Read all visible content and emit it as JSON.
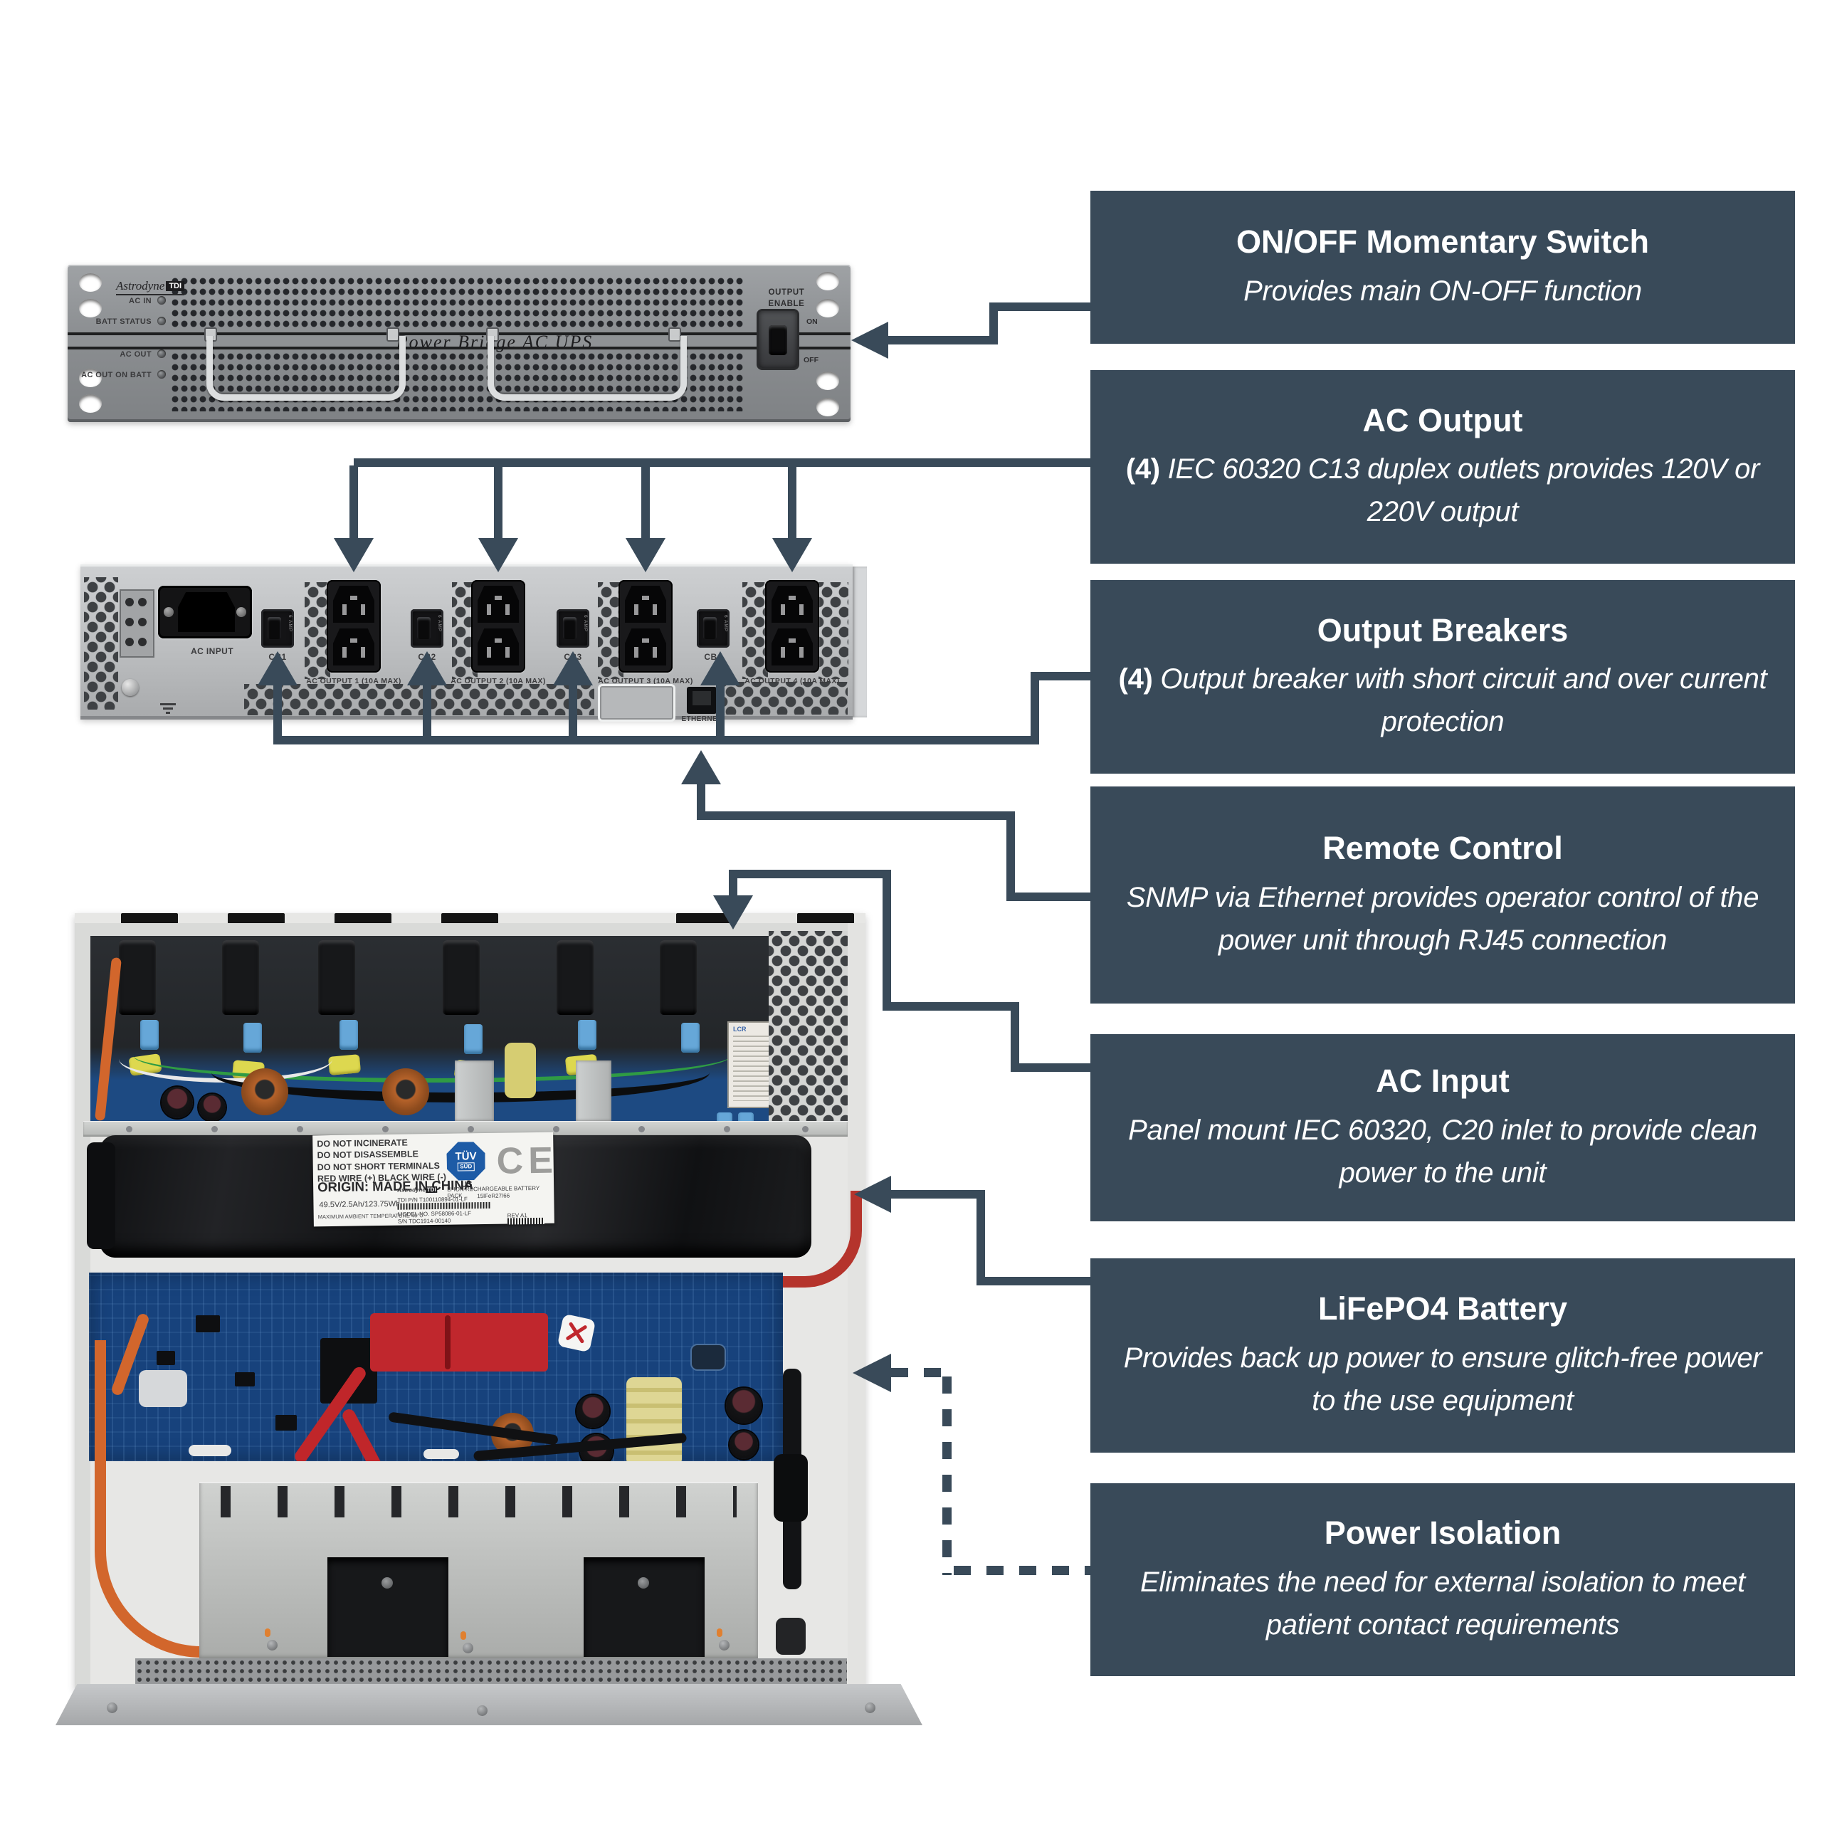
{
  "colors": {
    "accent_slate": "#394a59",
    "panel_gray": "#8b8e91",
    "rear_metal": "#bcbec0",
    "pcb_blue": "#17427c",
    "battery_black": "#141518",
    "background": "#ffffff"
  },
  "front_panel": {
    "logo": "Astrodyne",
    "logo_badge": "TDI",
    "leds": [
      "AC IN",
      "BATT STATUS",
      "AC OUT",
      "AC OUT ON BATT"
    ],
    "product_name": "Power Bridge AC UPS",
    "output_enable": "OUTPUT\nENABLE",
    "on": "ON",
    "off": "OFF"
  },
  "rear_panel": {
    "ac_input": "AC INPUT",
    "breakers": [
      "CB1",
      "CB2",
      "CB3",
      "CB4"
    ],
    "breaker_rating": "6 AMP",
    "outlets": [
      "AC OUTPUT 1 (10A MAX)",
      "AC OUTPUT 2 (10A MAX)",
      "AC OUTPUT 3 (10A MAX)",
      "AC OUTPUT 4 (10A MAX)"
    ],
    "ethernet": "ETHERNET"
  },
  "internal": {
    "filter_brand": "LCR"
  },
  "battery_label": {
    "warnings": [
      "DO NOT INCINERATE",
      "DO NOT DISASSEMBLE",
      "DO NOT SHORT TERMINALS",
      "RED WIRE (+)  BLACK WIRE (-)"
    ],
    "origin": "ORIGIN: MADE IN CHINA",
    "rating": "49.5V/2.5Ah/123.75Wh",
    "ambient": "MAXIMUM AMBIENT TEMPERATURE 40°C",
    "tuv_line1": "TÜV",
    "tuv_line2": "SÜD",
    "us": "US",
    "ce": "CE",
    "brand": "Astrodyne",
    "brand_badge": "TDI",
    "type": "LI-ION RECHARGEABLE BATTERY PACK",
    "cell": "15lFeR27/66",
    "pn": "TDI P/N T100110894-01-LF",
    "model": "MODEL NO. SP58086-01-LF",
    "sn": "S/N TDC1914-00140",
    "rev": "REV A1"
  },
  "annotations": [
    {
      "title": "ON/OFF Momentary Switch",
      "desc_prefix": "",
      "desc": "Provides main ON-OFF function"
    },
    {
      "title": "AC Output",
      "desc_prefix": "(4)",
      "desc": "IEC 60320 C13 duplex outlets provides 120V or 220V output"
    },
    {
      "title": "Output Breakers",
      "desc_prefix": "(4)",
      "desc": "Output breaker with short circuit and over current protection"
    },
    {
      "title": "Remote Control",
      "desc_prefix": "",
      "desc": "SNMP via Ethernet provides operator control of the power unit through RJ45 connection"
    },
    {
      "title": "AC Input",
      "desc_prefix": "",
      "desc": "Panel mount IEC 60320, C20 inlet to provide clean power to the unit"
    },
    {
      "title": "LiFePO4 Battery",
      "desc_prefix": "",
      "desc": "Provides back up power to ensure glitch-free power to the use equipment"
    },
    {
      "title": "Power Isolation",
      "desc_prefix": "",
      "desc": "Eliminates the need for external isolation to meet patient contact requirements"
    }
  ]
}
